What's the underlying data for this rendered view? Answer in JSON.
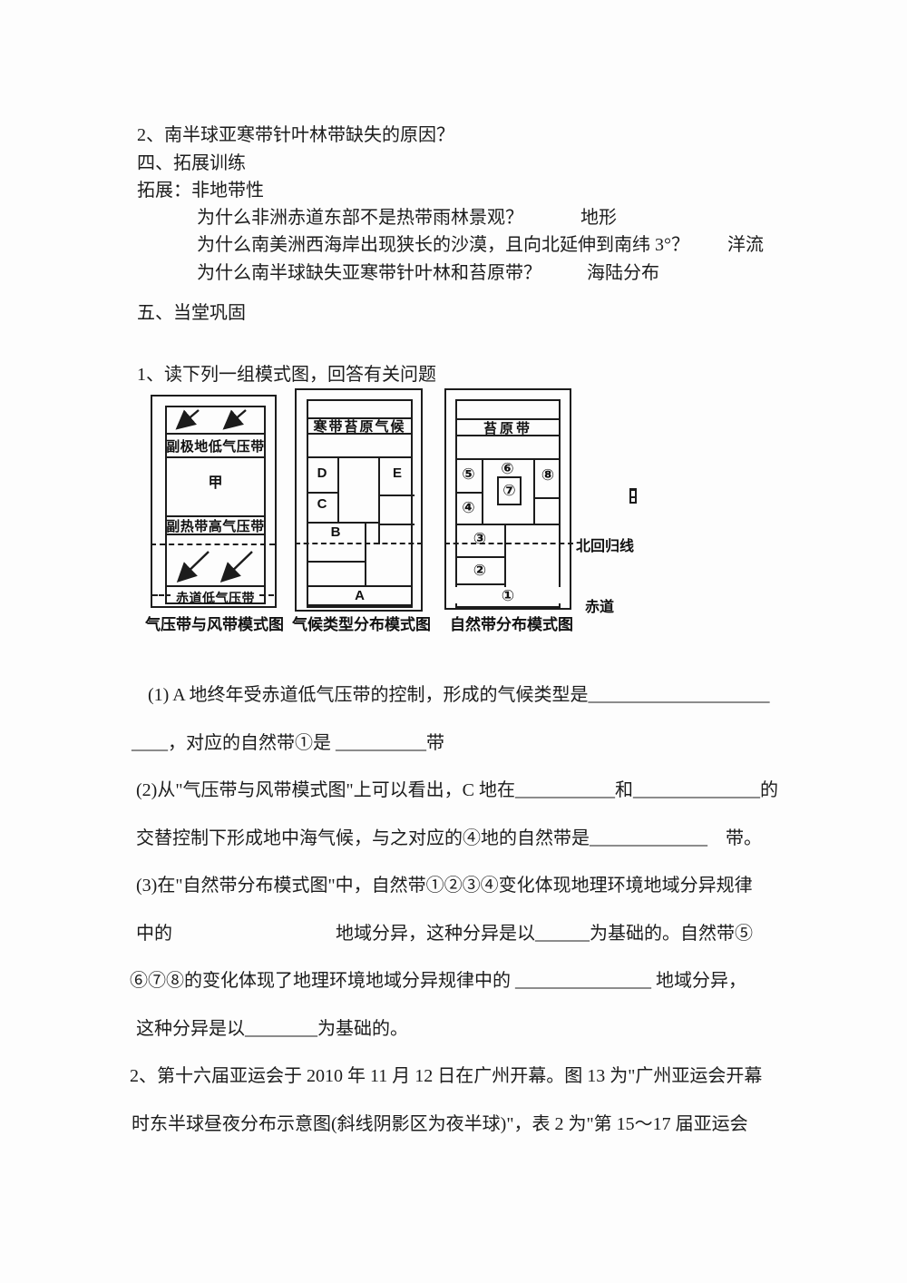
{
  "colors": {
    "ink": "#1c1c1c",
    "paper": "#fdfdfd"
  },
  "intro": {
    "line1": "2、南半球亚寒带针叶林带缺失的原因？",
    "line2": "四、拓展训练",
    "line3": "拓展：非地带性",
    "q1": "为什么非洲赤道东部不是热带雨林景观？",
    "a1": "地形",
    "q2": "为什么南美洲西海岸出现狭长的沙漠，且向北延伸到南纬 3°？",
    "a2": "洋流",
    "q3": "为什么南半球缺失亚寒带针叶林和苔原带？",
    "a3": "海陆分布",
    "section": "五、当堂巩固",
    "item": "1、读下列一组模式图，回答有关问题"
  },
  "figure": {
    "d1": {
      "caption": "气压带与风带模式图",
      "band_subpolar": "副极地低气压带",
      "cell_jia": "甲",
      "band_subtropical": "副热带高气压带",
      "band_equatorial": "赤道低气压带"
    },
    "d2": {
      "caption": "气候类型分布模式图",
      "band_top": "寒带苔原气候",
      "cell_d": "D",
      "cell_c": "C",
      "cell_e": "E",
      "cell_b": "B",
      "cell_a": "A"
    },
    "d3": {
      "caption": "自然带分布模式图",
      "band_top": "苔原带",
      "n1": "①",
      "n2": "②",
      "n3": "③",
      "n4": "④",
      "n5": "⑤",
      "n6": "⑥",
      "n7": "⑦",
      "n8": "⑧"
    },
    "tropic_label": "北回归线",
    "equator_label": "赤道"
  },
  "questions": {
    "q1_line1": "(1) A 地终年受赤道低气压带的控制，形成的气候类型是____________________",
    "q1_line2": "____，对应的自然带①是 __________带",
    "q2_line1": "(2)从\"气压带与风带模式图\"上可以看出，C 地在___________和______________的",
    "q2_line2": "交替控制下形成地中海气候，与之对应的④地的自然带是_____________　带。",
    "q3_line1": "(3)在\"自然带分布模式图\"中，自然带①②③④变化体现地理环境地域分异规律",
    "q3_line2": "中的　　　　　　　　　地域分异，这种分异是以______为基础的。自然带⑤",
    "q3_line3": "⑥⑦⑧的变化体现了地理环境地域分异规律中的 _______________ 地域分异，",
    "q3_line4": "这种分异是以________为基础的。",
    "q4_line1": "2、第十六届亚运会于 2010 年 11 月 12 日在广州开幕。图 13 为\"广州亚运会开幕",
    "q4_line2": "时东半球昼夜分布示意图(斜线阴影区为夜半球)\"，表 2 为\"第 15～17 届亚运会"
  }
}
